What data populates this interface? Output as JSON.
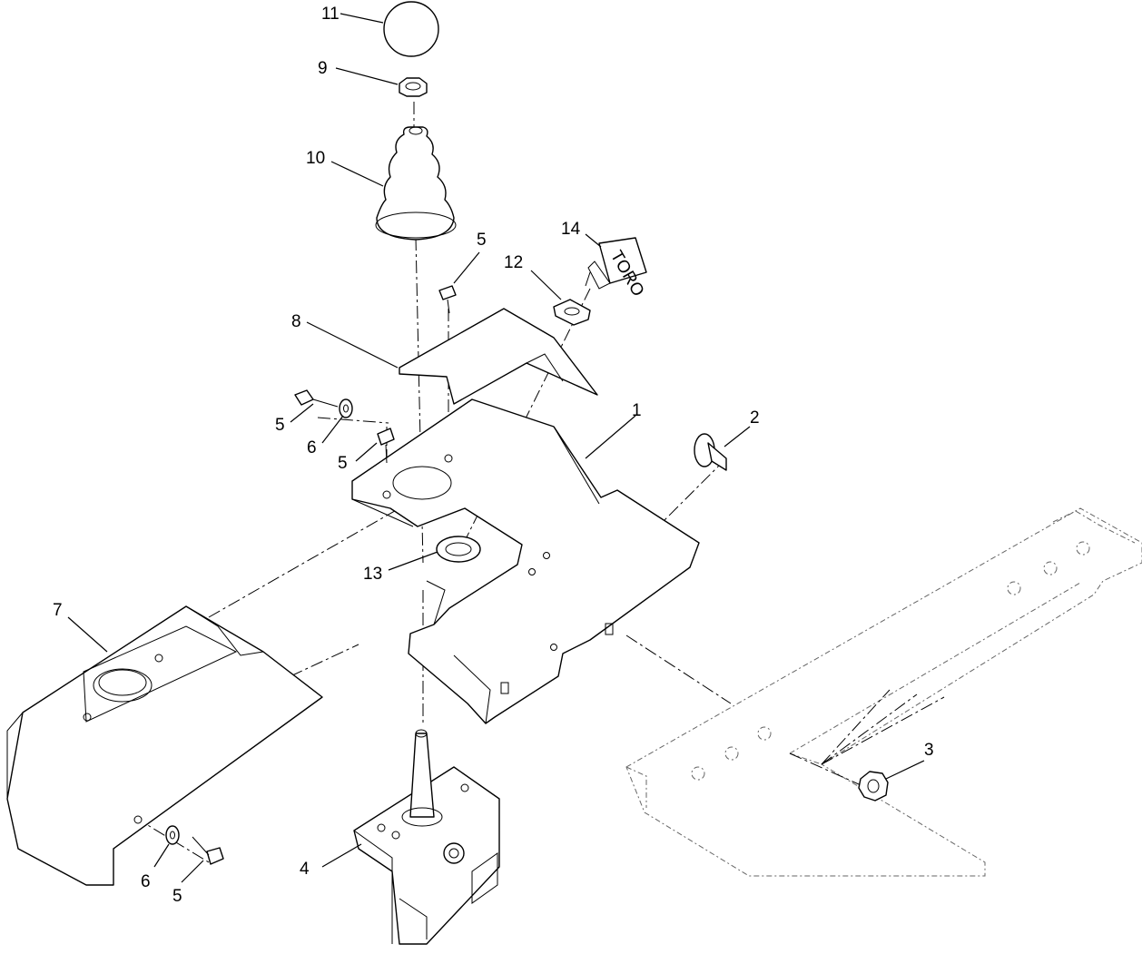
{
  "callouts": {
    "c1": "1",
    "c2": "2",
    "c3": "3",
    "c4": "4",
    "c5a": "5",
    "c5b": "5",
    "c5c": "5",
    "c5d": "5",
    "c6a": "6",
    "c6b": "6",
    "c7": "7",
    "c8": "8",
    "c9": "9",
    "c10": "10",
    "c11": "11",
    "c12": "12",
    "c13": "13",
    "c14": "14"
  },
  "key_logo": "TORO"
}
